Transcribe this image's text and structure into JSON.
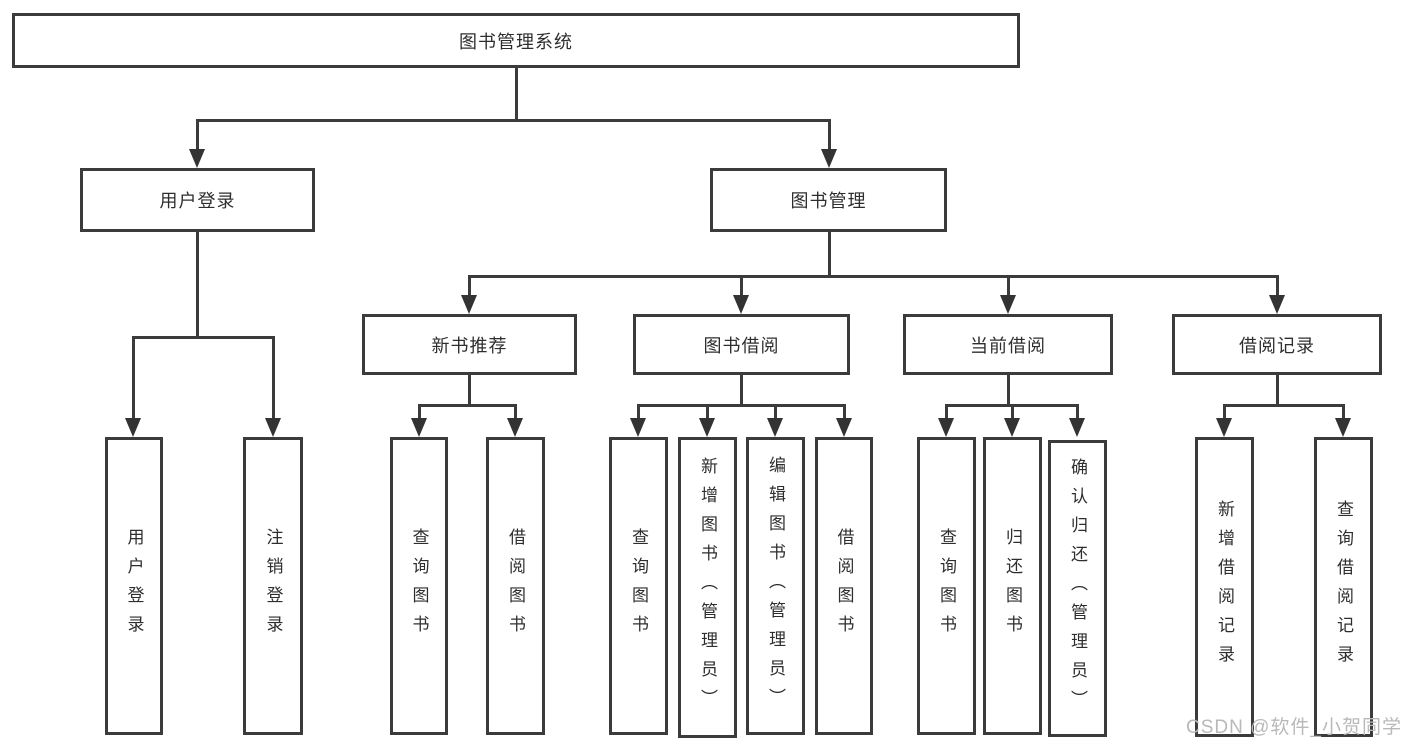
{
  "diagram": {
    "root": {
      "label": "图书管理系统"
    },
    "level1": [
      {
        "label": "用户登录"
      },
      {
        "label": "图书管理"
      }
    ],
    "level2": [
      {
        "label": "新书推荐"
      },
      {
        "label": "图书借阅"
      },
      {
        "label": "当前借阅"
      },
      {
        "label": "借阅记录"
      }
    ],
    "leaves": {
      "user": [
        "用户登录",
        "注销登录"
      ],
      "newbook": [
        "查询图书",
        "借阅图书"
      ],
      "borrow": [
        "查询图书",
        "新增图书（管理员）",
        "编辑图书（管理员）",
        "借阅图书"
      ],
      "current": [
        "查询图书",
        "归还图书",
        "确认归还（管理员）"
      ],
      "record": [
        "新增借阅记录",
        "查询借阅记录"
      ]
    }
  },
  "watermark": {
    "text": "CSDN @软件_小贺同学"
  },
  "colors": {
    "line": "#3b3b3b",
    "arrow": "#333333",
    "box_border": "#3b3b3b",
    "text": "#2e2e2e",
    "watermark": "#b9b9b9",
    "background": "#ffffff"
  }
}
